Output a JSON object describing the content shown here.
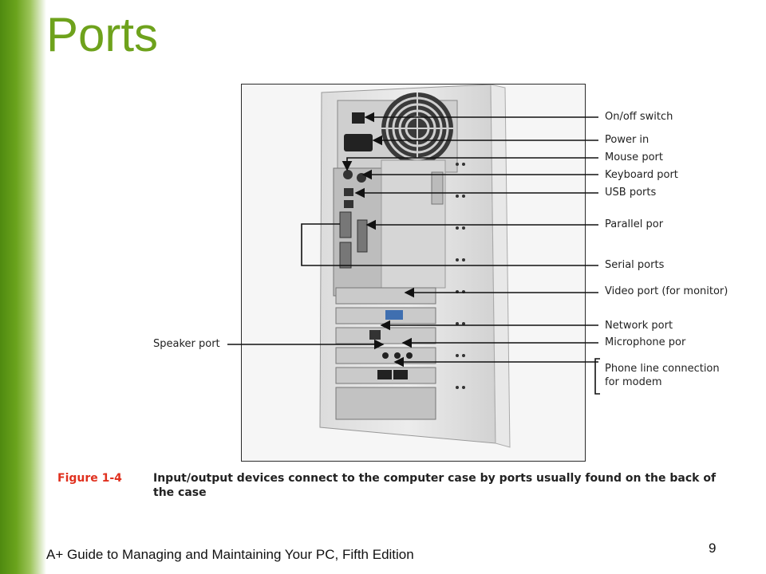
{
  "slide": {
    "title": "Ports",
    "footer": "A+ Guide to Managing and Maintaining Your PC, Fifth Edition",
    "page_number": "9"
  },
  "figure": {
    "number": "Figure 1-4",
    "caption": "Input/output devices connect to the computer case by ports usually found on the back of the case",
    "labels": {
      "on_off_switch": "On/off switch",
      "power_in": "Power in",
      "mouse_port": "Mouse port",
      "keyboard_port": "Keyboard port",
      "usb_ports": "USB ports",
      "parallel_port": "Parallel por",
      "serial_ports": "Serial ports",
      "video_port": "Video port (for monitor)",
      "network_port": "Network port",
      "microphone_port": "Microphone por",
      "phone_line_1": "Phone line connection",
      "phone_line_2": "for modem",
      "speaker_port": "Speaker port"
    },
    "colors": {
      "accent_green": "#6ea21c",
      "caption_red": "#e0301e"
    }
  }
}
